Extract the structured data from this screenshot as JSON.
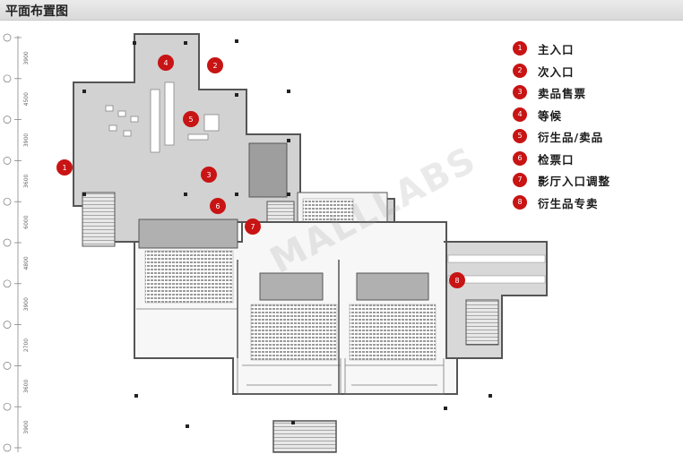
{
  "header": {
    "title": "平面布置图"
  },
  "legend": {
    "items": [
      {
        "number": "1",
        "label": "主入口"
      },
      {
        "number": "2",
        "label": "次入口"
      },
      {
        "number": "3",
        "label": "卖品售票"
      },
      {
        "number": "4",
        "label": "等候"
      },
      {
        "number": "5",
        "label": "衍生品/卖品"
      },
      {
        "number": "6",
        "label": "检票口"
      },
      {
        "number": "7",
        "label": "影厅入口调整"
      },
      {
        "number": "8",
        "label": "衍生品专卖"
      }
    ]
  },
  "plan": {
    "markers": [
      "1",
      "2",
      "3",
      "4",
      "5",
      "6",
      "7",
      "8"
    ],
    "dimension_labels": [
      "3900",
      "4500",
      "3900",
      "3600",
      "6000",
      "4800",
      "3900",
      "2700",
      "3600",
      "3900"
    ]
  },
  "watermark": {
    "text": "MALLLABS"
  },
  "colors": {
    "marker_red": "#c81414",
    "floor_grey": "#d2d2d2",
    "wall_dark": "#555555",
    "header_bg": "#e2e2e2"
  }
}
